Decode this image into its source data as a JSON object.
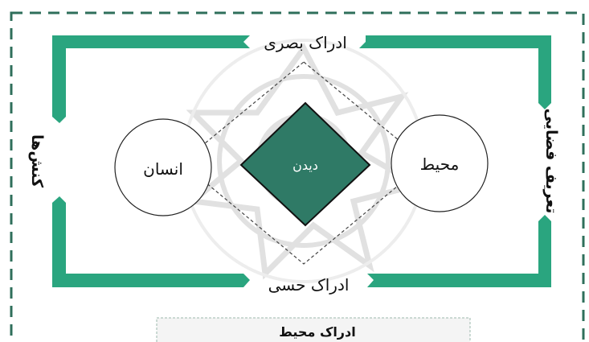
{
  "labels": {
    "top": "ادراک بصری",
    "bottom": "ادراک حسی",
    "left_side": "کنش‌ها",
    "right_side": "تعریف فضایی",
    "human": "انسان",
    "environment": "محیط",
    "seeing": "دیدن",
    "footer": "ادراک محیط"
  },
  "colors": {
    "frame_green": "#2aa57f",
    "diamond_fill": "#2f7a66",
    "dash_green": "#2f6f5b",
    "watermark": "#d9d9d9"
  }
}
